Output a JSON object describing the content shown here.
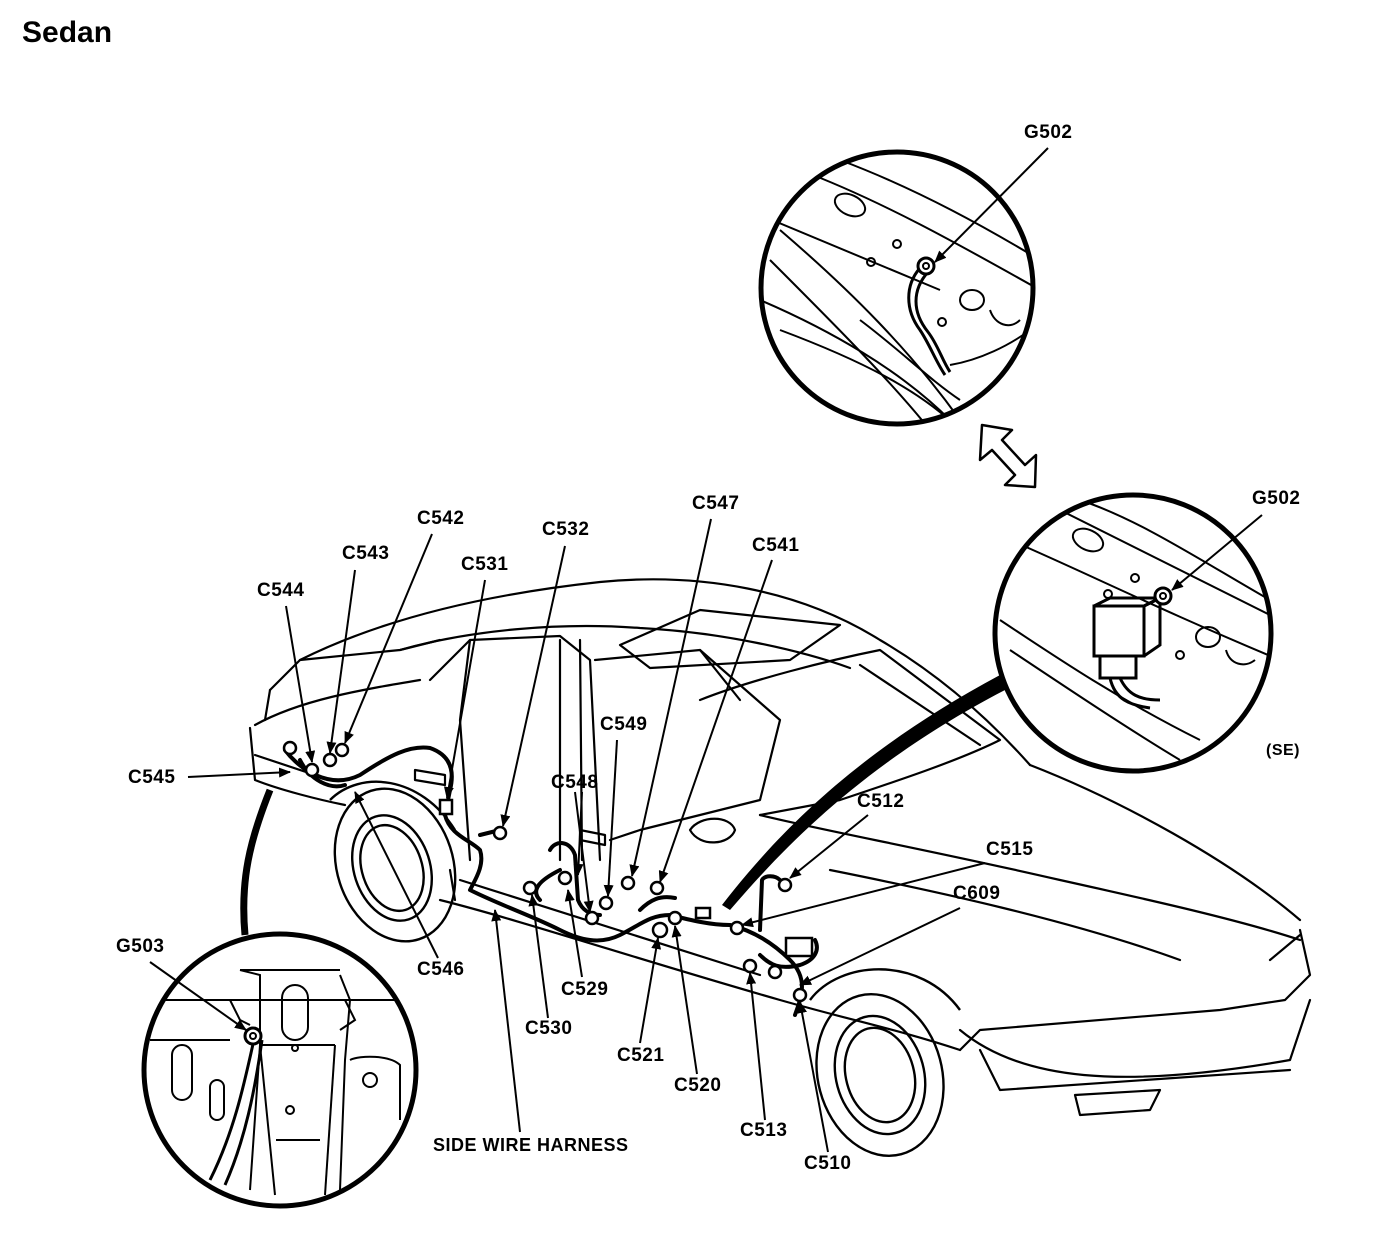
{
  "title": "Sedan",
  "labels": {
    "g502_top": "G502",
    "g502_se": "G502",
    "se": "(SE)",
    "g503": "G503",
    "c542": "C542",
    "c532": "C532",
    "c547": "C547",
    "c543": "C543",
    "c531": "C531",
    "c541": "C541",
    "c544": "C544",
    "c549": "C549",
    "c545": "C545",
    "c548": "C548",
    "c512": "C512",
    "c515": "C515",
    "c609": "C609",
    "c546": "C546",
    "c529": "C529",
    "c530": "C530",
    "c521": "C521",
    "c520": "C520",
    "c513": "C513",
    "c510": "C510",
    "harness": "SIDE WIRE HARNESS"
  }
}
